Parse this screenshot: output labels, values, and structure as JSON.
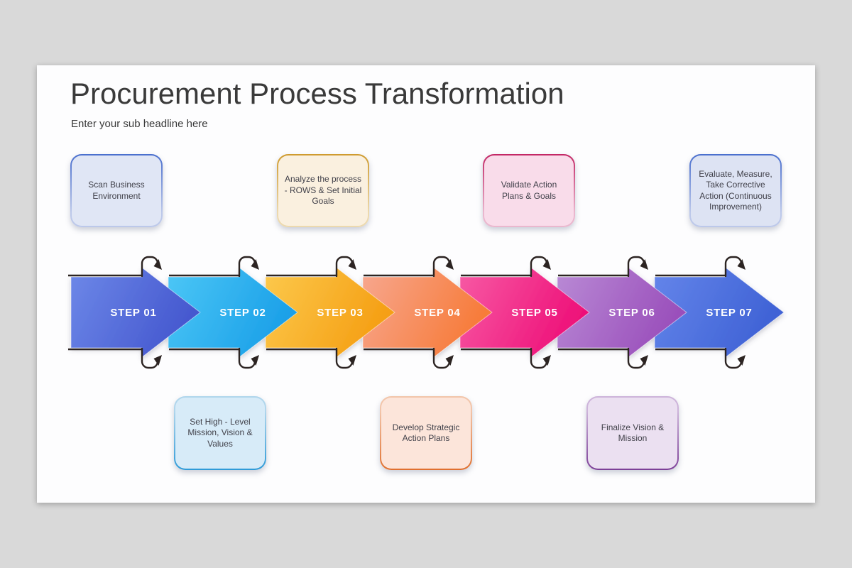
{
  "colors": {
    "page_bg": "#d9d9d9",
    "card_bg": "#fdfdfe",
    "title_text": "#3a3a3a",
    "outline": "#2c2422",
    "step_label_text": "#ffffff",
    "callout_text": "#41414a"
  },
  "header": {
    "title": "Procurement Process Transformation",
    "subtitle": "Enter your sub headline here"
  },
  "top_callouts": [
    {
      "label": "Scan Business Environment",
      "fill": "#e0e6f5",
      "accent": "#4a6fce",
      "accent_soft": "#bcc8ea"
    },
    {
      "label": "Analyze the process - ROWS & Set Initial Goals",
      "fill": "#faf0df",
      "accent": "#cf9b2f",
      "accent_soft": "#ecd9ae"
    },
    {
      "label": "Validate Action Plans & Goals",
      "fill": "#f9dcea",
      "accent": "#c32765",
      "accent_soft": "#eab7ce"
    },
    {
      "label": "Evaluate, Measure, Take Corrective Action (Continuous Improvement)",
      "fill": "#dde3f3",
      "accent": "#4a6fce",
      "accent_soft": "#bcc8ea"
    }
  ],
  "bottom_callouts": [
    {
      "label": "Set High - Level Mission, Vision & Values",
      "fill": "#d7ebf8",
      "accent": "#2f9bd8",
      "accent_soft": "#b0d6ec"
    },
    {
      "label": "Develop Strategic Action Plans",
      "fill": "#fce5da",
      "accent": "#e0702f",
      "accent_soft": "#f2c5aa"
    },
    {
      "label": "Finalize Vision & Mission",
      "fill": "#ebe0f1",
      "accent": "#7d3f98",
      "accent_soft": "#cdb4da"
    }
  ],
  "steps": [
    {
      "label": "STEP 01",
      "color_from": "#6d88e8",
      "color_to": "#4558cf"
    },
    {
      "label": "STEP 02",
      "color_from": "#4cc7f6",
      "color_to": "#1ba0e8"
    },
    {
      "label": "STEP 03",
      "color_from": "#fcc94c",
      "color_to": "#f59f14"
    },
    {
      "label": "STEP 04",
      "color_from": "#f7a78f",
      "color_to": "#f77b39"
    },
    {
      "label": "STEP 05",
      "color_from": "#f75aa4",
      "color_to": "#ee1179"
    },
    {
      "label": "STEP 06",
      "color_from": "#b98ad5",
      "color_to": "#9a4fbb"
    },
    {
      "label": "STEP 07",
      "color_from": "#6485ea",
      "color_to": "#3f62d5"
    }
  ]
}
